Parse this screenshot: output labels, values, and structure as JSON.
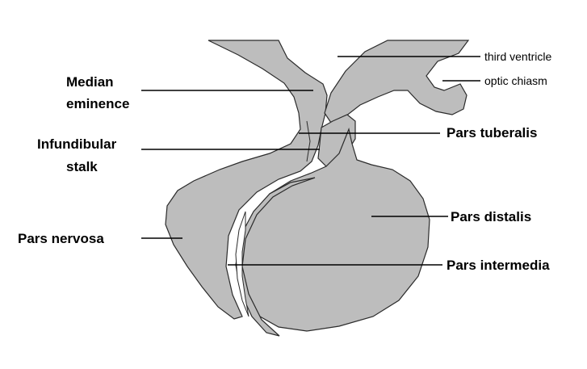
{
  "labels": {
    "third_ventricle": "third ventricle",
    "optic_chiasm": "optic chiasm",
    "median_eminence_line1": "Median",
    "median_eminence_line2": "eminence",
    "infundibular_stalk_line1": "Infundibular",
    "infundibular_stalk_line2": "stalk",
    "pars_tuberalis": "Pars tuberalis",
    "pars_distalis": "Pars distalis",
    "pars_nervosa": "Pars nervosa",
    "pars_intermedia": "Pars intermedia"
  },
  "colors": {
    "tissue_fill": "#bdbdbd",
    "outline": "#2b2b2b",
    "cleft": "#ffffff",
    "label_text": "#000000",
    "background": "#ffffff"
  }
}
